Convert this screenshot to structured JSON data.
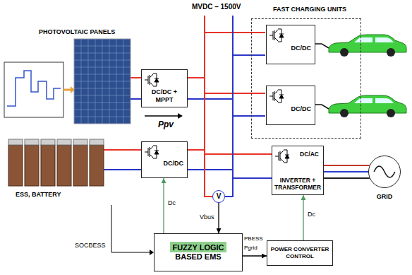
{
  "diagram": {
    "nodes": [
      {
        "text": [
          "DC/DC + MPPT"
        ]
      },
      {
        "text": [
          "FAST CHARGING UNITS"
        ]
      },
      {
        "text": [
          "DC/DC"
        ],
        "in": 1
      },
      {
        "text": [
          "DC/DC"
        ],
        "in": 1
      },
      {
        "text": [
          "DC/DC"
        ]
      },
      {
        "text": [
          "DC/AC",
          "INVERTER + TRANSFORMER"
        ]
      },
      {
        "text": [
          "V"
        ]
      },
      {
        "text": [
          "FUZZY LOGIC BASED EMS"
        ]
      },
      {
        "text": [
          "POWER CONVERTER CONTROL"
        ]
      },
      {
        "text": [
          "GRID"
        ]
      }
    ],
    "edges": [
      {
        "from": 6,
        "to": 7,
        "label": "Vbus",
        "arrow": "to"
      },
      {
        "from": 7,
        "to": 4,
        "label": "Dc",
        "arrow": "to"
      },
      {
        "from": 7,
        "to": 8,
        "arrow": "to"
      },
      {
        "from": 8,
        "to": 5,
        "label": "Dc",
        "arrow": "to"
      },
      {
        "from": 5,
        "to": 9,
        "arrow": "none"
      }
    ],
    "labels": [
      "MVDC – 1500V",
      "PHOTOVOLTAIC PANELS",
      "Ppv",
      "ESS, BATTERY",
      "SOCBESS",
      "PBESS",
      "Pgrid"
    ]
  }
}
